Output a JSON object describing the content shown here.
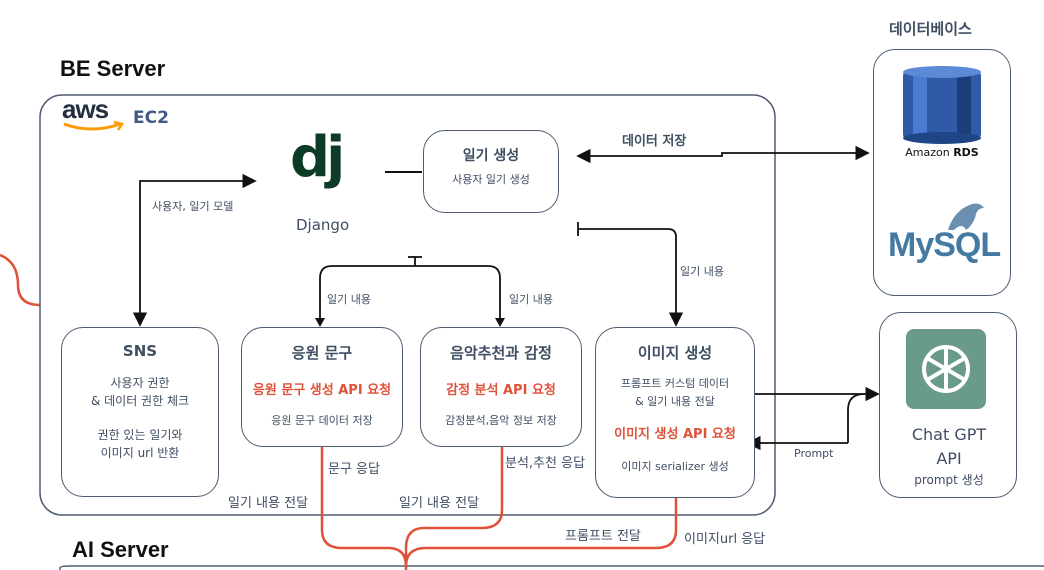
{
  "be_server": {
    "title": "BE Server"
  },
  "ai_server": {
    "title": "AI Server"
  },
  "aws": {
    "logo_text": "aws",
    "ec2_label": "EC2"
  },
  "django": {
    "logo_text": "dj",
    "label": "Django"
  },
  "diary_create": {
    "title": "일기 생성",
    "desc": "사용자 일기 생성"
  },
  "database": {
    "title": "데이터베이스",
    "rds_label_prefix": "Amazon ",
    "rds_label_bold": "RDS",
    "mysql_label": "MySQL"
  },
  "chatgpt": {
    "line1": "Chat GPT",
    "line2": "API",
    "line3": "prompt 생성"
  },
  "sns": {
    "title": "SNS",
    "line1": "사용자 권한",
    "line2": "& 데이터 권한 체크",
    "line3": "권한 있는 일기와",
    "line4": "이미지 url 반환"
  },
  "cheer": {
    "title": "응원 문구",
    "api": "응원 문구 생성 API 요청",
    "desc": "응원 문구 데이터 저장"
  },
  "music": {
    "title": "음악추천과 감정",
    "api": "감정 분석 API 요청",
    "desc": "감정분석,음악 정보 저장"
  },
  "image": {
    "title": "이미지 생성",
    "line1": "프롬프트 커스텀 데이터",
    "line2": "& 일기 내용 전달",
    "api": "이미지 생성 API 요청",
    "desc": "이미지 serializer 생성"
  },
  "edges": {
    "data_save": "데이터 저장",
    "user_diary_model": "사용자, 일기 모델",
    "diary_content_left": "일기 내용",
    "diary_content_mid": "일기 내용",
    "diary_content_right": "일기 내용",
    "prompt": "Prompt",
    "cheer_response": "문구 응답",
    "analysis_response": "분석,추천 응답",
    "diary_deliver_1": "일기 내용 전달",
    "diary_deliver_2": "일기 내용 전달",
    "prompt_deliver": "프롬프트 전달",
    "image_url_response": "이미지url 응답"
  },
  "colors": {
    "red": "#e0513a",
    "border": "#4e5d72",
    "aws_orange": "#f90",
    "rds_blue": "#2e5aa8",
    "mysql_blue": "#4479a1",
    "django_green": "#0c3c26",
    "openai_green": "#6a9a8b"
  }
}
